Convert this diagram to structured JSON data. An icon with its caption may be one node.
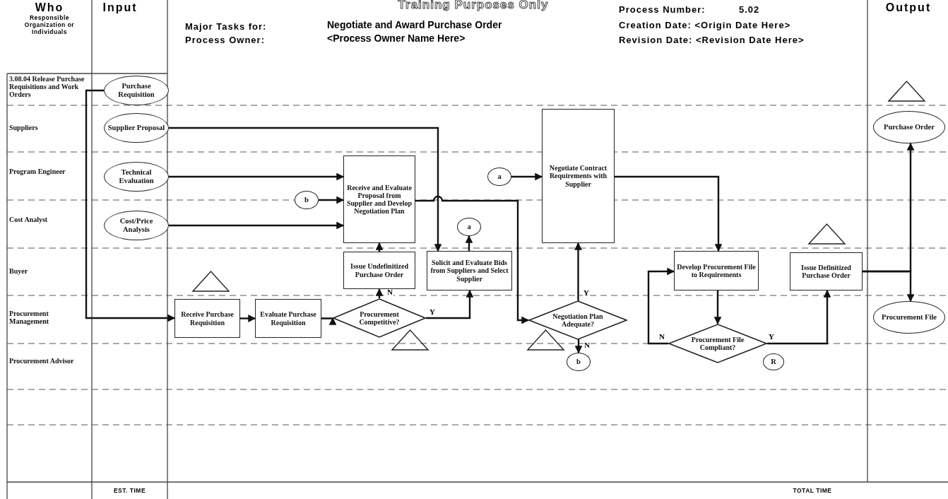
{
  "diagram": {
    "nodes": [
      {
        "text": [
          "Purchase Requisition"
        ]
      },
      {
        "text": [
          "Supplier Proposal"
        ]
      },
      {
        "text": [
          "Technical Evaluation"
        ]
      },
      {
        "text": [
          "Cost/Price Analysis"
        ]
      },
      {
        "text": [
          "Receive Purchase Requisition"
        ]
      },
      {
        "text": [
          "Evaluate Purchase Requisition"
        ]
      },
      {
        "text": [
          "Procurement Competitive?"
        ]
      },
      {
        "text": [
          "Issue Undefinitized Purchase Order"
        ]
      },
      {
        "text": [
          "Receive and Evaluate Proposal from Supplier and Develop Negotiation Plan"
        ]
      },
      {
        "text": [
          "Solicit and Evaluate Bids from Suppliers and Select Supplier"
        ]
      },
      {
        "text": [
          "a"
        ]
      },
      {
        "text": [
          "b"
        ]
      },
      {
        "text": [
          "a"
        ]
      },
      {
        "text": [
          "Negotiate Contract Requirements with Supplier"
        ]
      },
      {
        "text": [
          "Negotiation Plan Adequate?"
        ]
      },
      {
        "text": [
          "b"
        ]
      },
      {
        "text": [
          "Develop Procurement File to Requirements"
        ]
      },
      {
        "text": [
          "Procurement File Compliant?"
        ]
      },
      {
        "text": [
          "R"
        ]
      },
      {
        "text": [
          "Issue Definitized Purchase Order"
        ]
      },
      {
        "text": [
          "Purchase Order"
        ]
      },
      {
        "text": [
          "Procurement File"
        ]
      }
    ],
    "edges": [
      {
        "from": 0,
        "to": 4,
        "arrow": "to"
      },
      {
        "from": 1,
        "to": 9,
        "arrow": "to"
      },
      {
        "from": 2,
        "to": 8,
        "arrow": "to"
      },
      {
        "from": 11,
        "to": 8,
        "arrow": "to"
      },
      {
        "from": 3,
        "to": 8,
        "arrow": "to"
      },
      {
        "from": 4,
        "to": 5,
        "arrow": "to"
      },
      {
        "from": 5,
        "to": 6,
        "arrow": "to"
      },
      {
        "from": 6,
        "to": 7,
        "arrow": "to",
        "label": "N"
      },
      {
        "from": 6,
        "to": 9,
        "arrow": "to",
        "label": "Y"
      },
      {
        "from": 7,
        "to": 8,
        "arrow": "to"
      },
      {
        "from": 9,
        "to": 10,
        "arrow": "to"
      },
      {
        "from": 8,
        "to": 14,
        "arrow": "to"
      },
      {
        "from": 12,
        "to": 13,
        "arrow": "to"
      },
      {
        "from": 14,
        "to": 13,
        "arrow": "to",
        "label": "Y"
      },
      {
        "from": 14,
        "to": 15,
        "arrow": "to",
        "label": "N"
      },
      {
        "from": 13,
        "to": 16,
        "arrow": "to"
      },
      {
        "from": 16,
        "to": 17,
        "arrow": "to"
      },
      {
        "from": 17,
        "to": 16,
        "arrow": "to",
        "label": "N"
      },
      {
        "from": 17,
        "to": 19,
        "arrow": "to",
        "label": "Y"
      },
      {
        "from": 19,
        "to": 20,
        "arrow": "to"
      },
      {
        "from": 19,
        "to": 21,
        "arrow": "to"
      }
    ],
    "labels": [
      "Who",
      "Input",
      "Training Purposes Only",
      "Process Number:",
      "5.02",
      "Output",
      "Responsible Organization or Individuals",
      "Major Tasks for:",
      "Negotiate and Award Purchase Order",
      "Creation Date: <Origin Date Here>",
      "Process Owner:",
      "<Process Owner Name Here>",
      "Revision Date: <Revision Date Here>",
      "3.08.04 Release Purchase Requisitions and Work Orders",
      "Suppliers",
      "Program Engineer",
      "Cost Analyst",
      "Buyer",
      "Procurement Management",
      "Procurement Advisor",
      "EST. TIME",
      "TOTAL TIME"
    ]
  }
}
